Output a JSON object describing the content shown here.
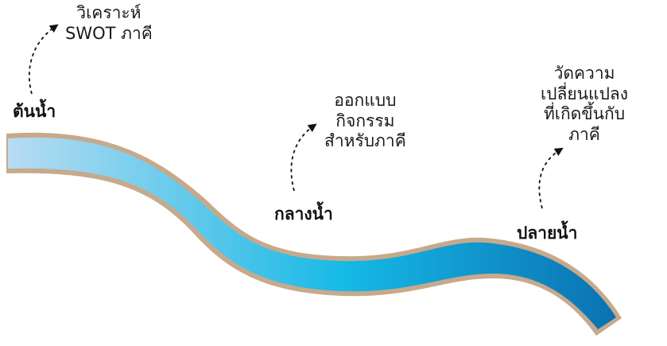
{
  "colors": {
    "river_start": "#b9dcf2",
    "river_middle": "#16b9e6",
    "river_end": "#0a6fb0",
    "river_bank": "#c7a98b",
    "arrow": "#111111"
  },
  "stages": [
    {
      "label": "ต้นน้ำ",
      "note": [
        "วิเคราะห์",
        "SWOT ภาคี"
      ]
    },
    {
      "label": "กลางน้ำ",
      "note": [
        "ออกแบบ",
        "กิจกรรม",
        "สำหรับภาคี"
      ]
    },
    {
      "label": "ปลายน้ำ",
      "note": [
        "วัดความ",
        "เปลี่ยนแปลง",
        "ที่เกิดขึ้นกับ",
        "ภาคี"
      ]
    }
  ]
}
